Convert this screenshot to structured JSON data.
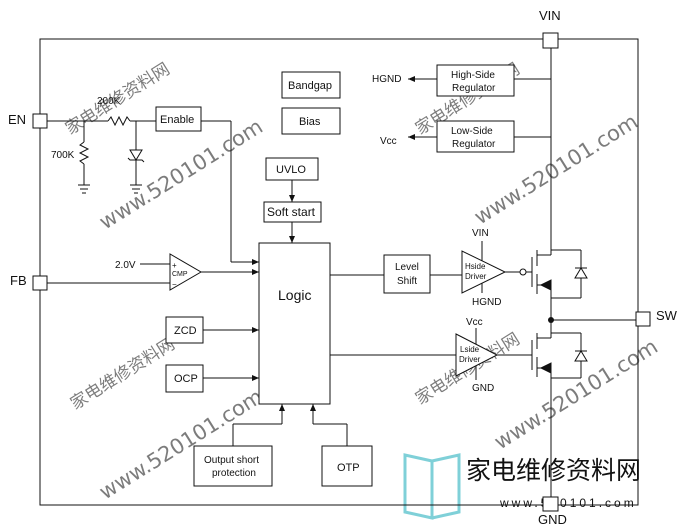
{
  "pins": {
    "vin": "VIN",
    "en": "EN",
    "fb": "FB",
    "sw": "SW",
    "gnd": "GND"
  },
  "blocks": {
    "enable": "Enable",
    "bandgap": "Bandgap",
    "bias": "Bias",
    "uvlo": "UVLO",
    "soft_start": "Soft start",
    "logic": "Logic",
    "zcd": "ZCD",
    "ocp": "OCP",
    "output_short_protection": [
      "Output short",
      "protection"
    ],
    "otp": "OTP",
    "high_side_regulator": [
      "High-Side",
      "Regulator"
    ],
    "low_side_regulator": [
      "Low-Side",
      "Regulator"
    ],
    "level_shift": [
      "Level",
      "Shift"
    ],
    "hside_driver": [
      "Hside",
      "Driver"
    ],
    "lside_driver": [
      "Lside",
      "Driver"
    ],
    "cmp": "CMP",
    "cmp_plus": "+",
    "cmp_minus": "−"
  },
  "labels": {
    "r_200k": "200K",
    "r_700k": "700K",
    "ref_2v": "2.0V",
    "hgnd_out": "HGND",
    "vcc_out": "Vcc",
    "vin_driver": "VIN",
    "hgnd_driver": "HGND",
    "vcc_driver": "Vcc",
    "gnd_driver": "GND"
  },
  "watermark": {
    "site_cn": "家电维修资料网",
    "site_url": "www.520101.com",
    "footer_cn": "家电维修资料网",
    "footer_url": "www.520101.com"
  }
}
